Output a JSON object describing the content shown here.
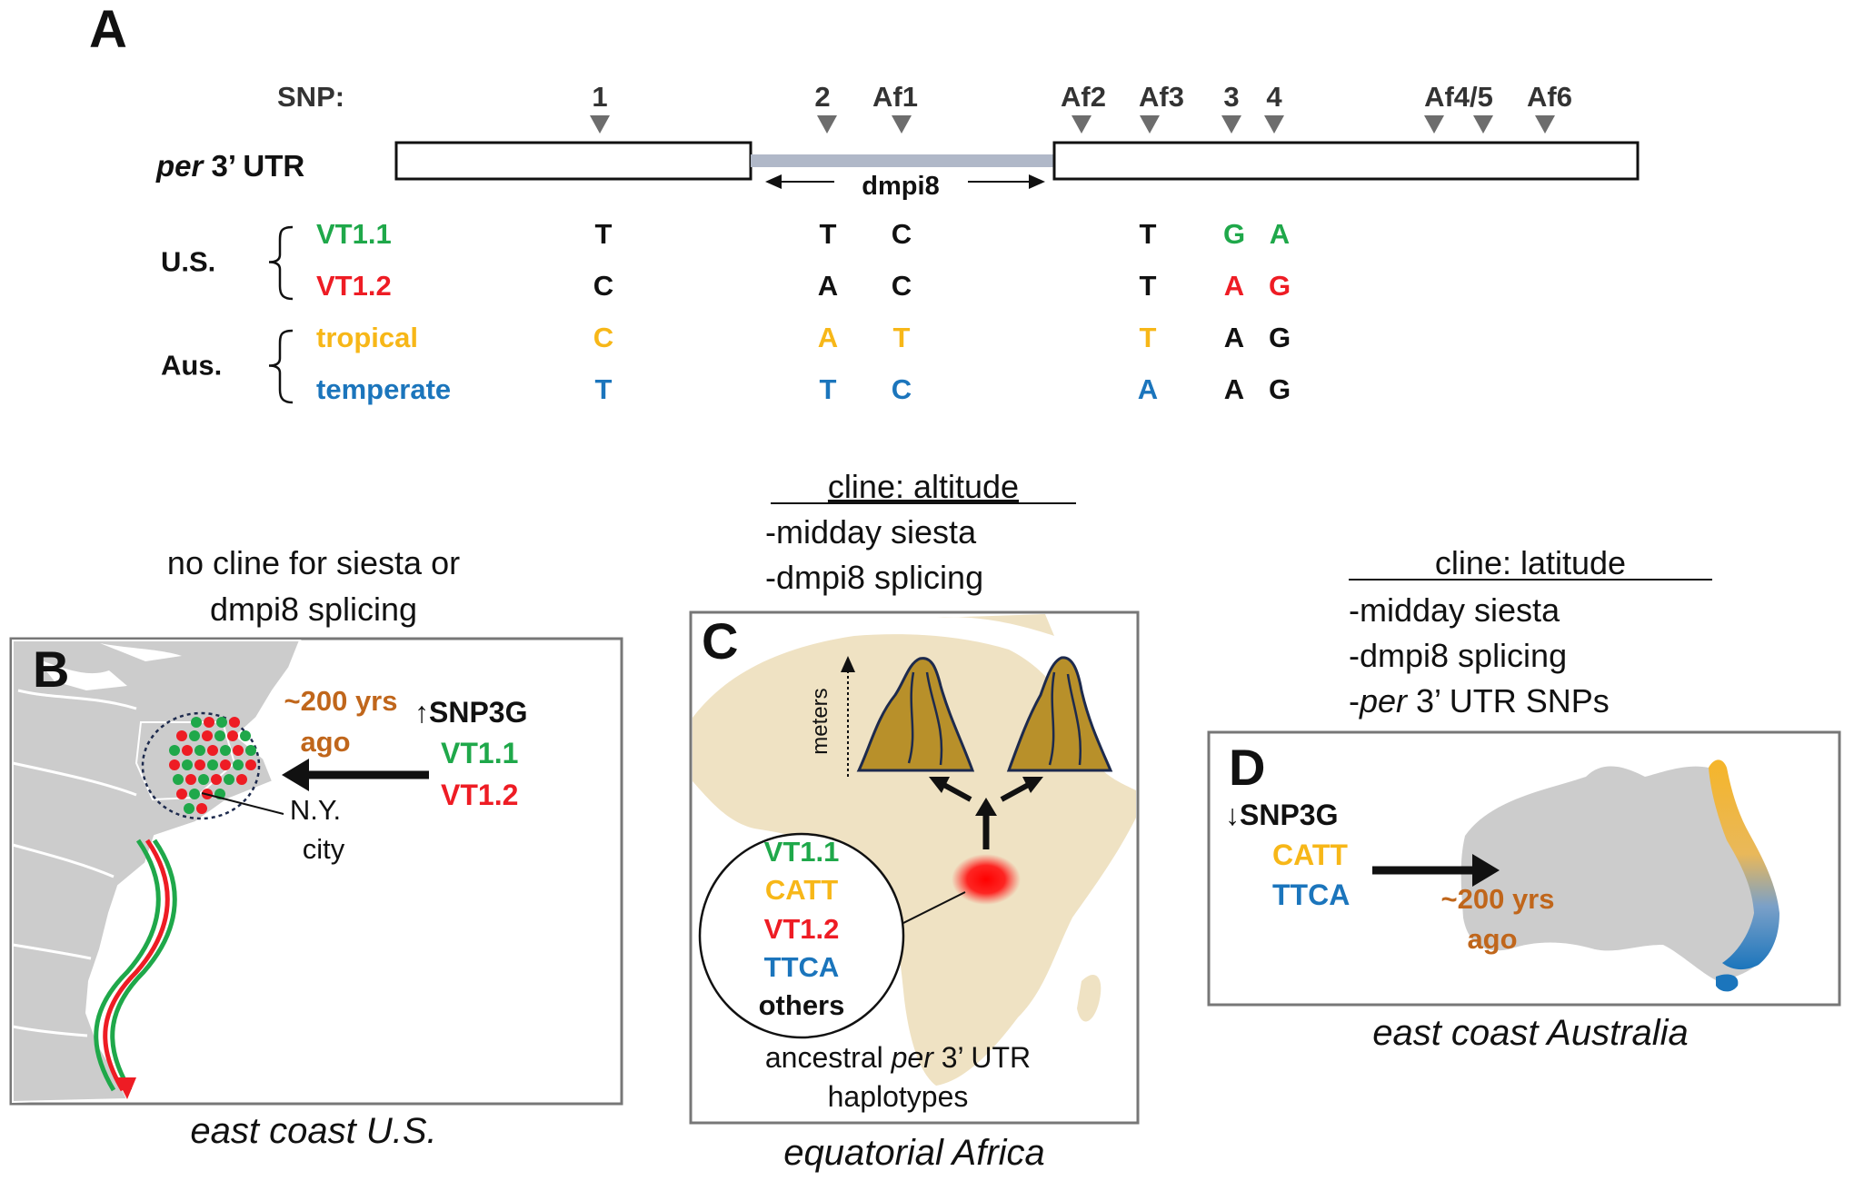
{
  "colors": {
    "green": "#1fa84a",
    "red": "#ee1c24",
    "yellow": "#f7b718",
    "blue": "#1b75bc",
    "black": "#111111",
    "brown": "#c0661b",
    "connector_gray": "#b0b8c8",
    "marker_gray": "#6d6d6d",
    "map_gray": "#cccccc",
    "africa_tan": "#efe2c3",
    "mountain_gold": "#b8902a",
    "mountain_edge": "#1d2a4d"
  },
  "panel_a": {
    "letter": "A",
    "snp_label": "SNP:",
    "snp_markers": [
      "1",
      "2",
      "Af1",
      "Af2",
      "Af3",
      "3",
      "4",
      "Af4/5",
      "Af6"
    ],
    "utr_label_italic": "per",
    "utr_label_rest": " 3’ UTR",
    "dmpi8_label": "dmpi8",
    "groups": [
      {
        "label": "U.S.",
        "haplotypes": [
          {
            "name": "VT1.1",
            "color": "green",
            "alleles": [
              "T",
              "T",
              "C",
              "T",
              "G",
              "A"
            ],
            "allele_colors": [
              "black",
              "black",
              "black",
              "black",
              "green",
              "green"
            ]
          },
          {
            "name": "VT1.2",
            "color": "red",
            "alleles": [
              "C",
              "A",
              "C",
              "T",
              "A",
              "G"
            ],
            "allele_colors": [
              "black",
              "black",
              "black",
              "black",
              "red",
              "red"
            ]
          }
        ]
      },
      {
        "label": "Aus.",
        "haplotypes": [
          {
            "name": "tropical",
            "color": "yellow",
            "alleles": [
              "C",
              "A",
              "T",
              "T",
              "A",
              "G"
            ],
            "allele_colors": [
              "yellow",
              "yellow",
              "yellow",
              "yellow",
              "black",
              "black"
            ]
          },
          {
            "name": "temperate",
            "color": "blue",
            "alleles": [
              "T",
              "T",
              "C",
              "A",
              "A",
              "G"
            ],
            "allele_colors": [
              "blue",
              "blue",
              "blue",
              "blue",
              "black",
              "black"
            ]
          }
        ]
      }
    ]
  },
  "panel_b": {
    "letter": "B",
    "header": [
      "no cline for siesta or",
      "dmpi8 splicing"
    ],
    "years": [
      "~200 yrs",
      "ago"
    ],
    "arrow_up": "↑",
    "snp_label": "SNP3G",
    "haplotypes": [
      "VT1.1",
      "VT1.2"
    ],
    "city_label": [
      "N.Y.",
      "city"
    ],
    "caption": "east coast U.S."
  },
  "panel_c": {
    "letter": "C",
    "header_underlined": "cline: altitude",
    "header_items": [
      "-midday siesta",
      "-dmpi8 splicing"
    ],
    "axis_label": "meters",
    "haplotypes": [
      {
        "name": "VT1.1",
        "color": "green"
      },
      {
        "name": "CATT",
        "color": "yellow"
      },
      {
        "name": "VT1.2",
        "color": "red"
      },
      {
        "name": "TTCA",
        "color": "blue"
      },
      {
        "name": "others",
        "color": "black"
      }
    ],
    "ancestral_italic": "per",
    "ancestral_line1_before": "ancestral ",
    "ancestral_line1_after": " 3’ UTR",
    "ancestral_line2": "haplotypes",
    "caption": "equatorial Africa"
  },
  "panel_d": {
    "letter": "D",
    "header_underlined": "cline: latitude",
    "header_items": [
      "-midday siesta",
      "-dmpi8 splicing"
    ],
    "header_last_dash": "-",
    "header_last_italic": "per",
    "header_last_rest": " 3’ UTR SNPs",
    "arrow_down": "↓",
    "snp_label": "SNP3G",
    "haplotypes": [
      {
        "name": "CATT",
        "color": "yellow"
      },
      {
        "name": "TTCA",
        "color": "blue"
      }
    ],
    "years": [
      "~200 yrs",
      "ago"
    ],
    "caption": "east coast Australia"
  }
}
